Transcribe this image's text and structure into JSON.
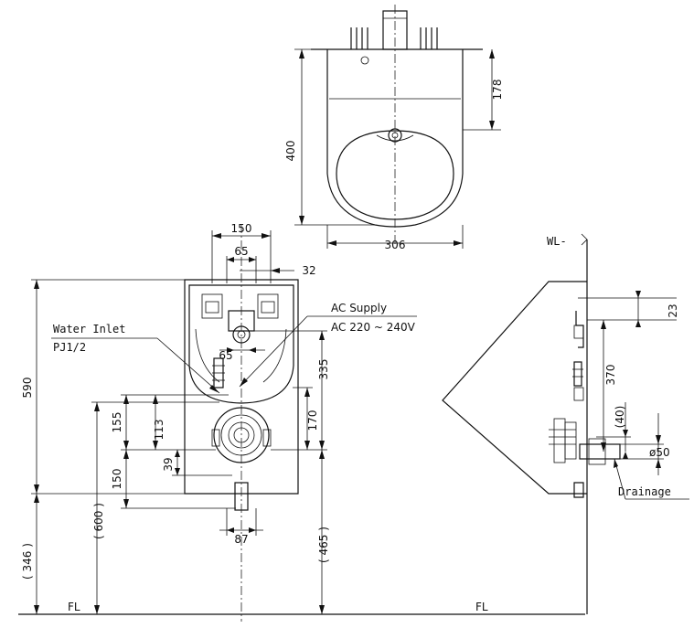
{
  "top_view": {
    "height_total": "400",
    "height_upper": "178",
    "width": "306"
  },
  "front_view": {
    "dim_150_top": "150",
    "dim_65_top": "65",
    "dim_32": "32",
    "dim_65_mid": "65",
    "dim_590": "590",
    "dim_335": "335",
    "dim_155": "155",
    "dim_113": "113",
    "dim_170": "170",
    "dim_39": "39",
    "dim_150_low": "150",
    "dim_600": "( 600 )",
    "dim_346": "( 346 )",
    "dim_465": "( 465 )",
    "dim_87": "87",
    "water_inlet_label": "Water Inlet",
    "water_inlet_spec": "PJ1/2",
    "ac_supply_label": "AC Supply",
    "ac_supply_spec": "AC 220 ~ 240V",
    "fl_left": "FL"
  },
  "side_view": {
    "wl_label": "WL-",
    "dim_23": "23",
    "dim_370": "370",
    "dim_40": "(40)",
    "dim_phi50": "ø50",
    "drainage_label": "Drainage",
    "fl_right": "FL"
  }
}
